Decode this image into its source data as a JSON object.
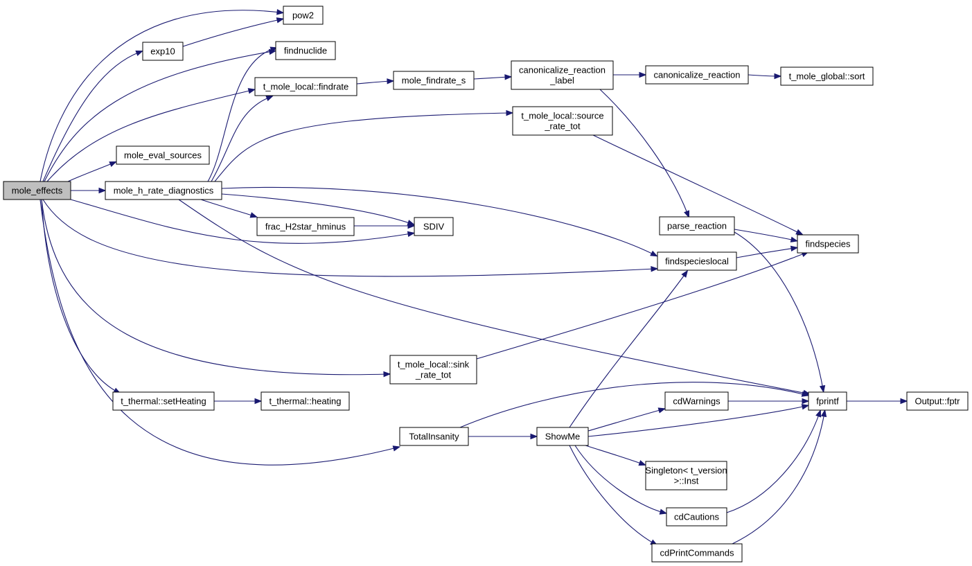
{
  "graph": {
    "nodes": [
      {
        "id": "mole_effects",
        "lines": [
          "mole_effects"
        ],
        "root": true
      },
      {
        "id": "pow2",
        "lines": [
          "pow2"
        ]
      },
      {
        "id": "exp10",
        "lines": [
          "exp10"
        ]
      },
      {
        "id": "findnuclide",
        "lines": [
          "findnuclide"
        ]
      },
      {
        "id": "findrate",
        "lines": [
          "t_mole_local::findrate"
        ]
      },
      {
        "id": "mole_findrate_s",
        "lines": [
          "mole_findrate_s"
        ]
      },
      {
        "id": "canon_label",
        "lines": [
          "canonicalize_reaction",
          "_label"
        ]
      },
      {
        "id": "canon",
        "lines": [
          "canonicalize_reaction"
        ]
      },
      {
        "id": "sort",
        "lines": [
          "t_mole_global::sort"
        ]
      },
      {
        "id": "source_rate",
        "lines": [
          "t_mole_local::source",
          "_rate_tot"
        ]
      },
      {
        "id": "eval_sources",
        "lines": [
          "mole_eval_sources"
        ]
      },
      {
        "id": "h_rate_diag",
        "lines": [
          "mole_h_rate_diagnostics"
        ]
      },
      {
        "id": "frac_h2",
        "lines": [
          "frac_H2star_hminus"
        ]
      },
      {
        "id": "sdiv",
        "lines": [
          "SDIV"
        ]
      },
      {
        "id": "parse_reaction",
        "lines": [
          "parse_reaction"
        ]
      },
      {
        "id": "findspecies",
        "lines": [
          "findspecies"
        ]
      },
      {
        "id": "findspecieslocal",
        "lines": [
          "findspecieslocal"
        ]
      },
      {
        "id": "sink_rate",
        "lines": [
          "t_mole_local::sink",
          "_rate_tot"
        ]
      },
      {
        "id": "setheating",
        "lines": [
          "t_thermal::setHeating"
        ]
      },
      {
        "id": "heating",
        "lines": [
          "t_thermal::heating"
        ]
      },
      {
        "id": "totalinsanity",
        "lines": [
          "TotalInsanity"
        ]
      },
      {
        "id": "showme",
        "lines": [
          "ShowMe"
        ]
      },
      {
        "id": "cdwarnings",
        "lines": [
          "cdWarnings"
        ]
      },
      {
        "id": "fprintf",
        "lines": [
          "fprintf"
        ]
      },
      {
        "id": "fptr",
        "lines": [
          "Output::fptr"
        ]
      },
      {
        "id": "singleton",
        "lines": [
          "Singleton< t_version",
          ">::Inst"
        ]
      },
      {
        "id": "cdcautions",
        "lines": [
          "cdCautions"
        ]
      },
      {
        "id": "cdprint",
        "lines": [
          "cdPrintCommands"
        ]
      }
    ],
    "edges": [
      {
        "from": "mole_effects",
        "to": "pow2"
      },
      {
        "from": "mole_effects",
        "to": "exp10"
      },
      {
        "from": "mole_effects",
        "to": "findnuclide"
      },
      {
        "from": "mole_effects",
        "to": "findrate"
      },
      {
        "from": "mole_effects",
        "to": "eval_sources"
      },
      {
        "from": "mole_effects",
        "to": "h_rate_diag"
      },
      {
        "from": "mole_effects",
        "to": "sdiv"
      },
      {
        "from": "mole_effects",
        "to": "findspecieslocal"
      },
      {
        "from": "mole_effects",
        "to": "sink_rate"
      },
      {
        "from": "mole_effects",
        "to": "setheating"
      },
      {
        "from": "mole_effects",
        "to": "totalinsanity"
      },
      {
        "from": "exp10",
        "to": "pow2"
      },
      {
        "from": "h_rate_diag",
        "to": "findnuclide"
      },
      {
        "from": "h_rate_diag",
        "to": "findrate"
      },
      {
        "from": "h_rate_diag",
        "to": "source_rate"
      },
      {
        "from": "h_rate_diag",
        "to": "frac_h2"
      },
      {
        "from": "h_rate_diag",
        "to": "sdiv"
      },
      {
        "from": "h_rate_diag",
        "to": "findspecieslocal"
      },
      {
        "from": "h_rate_diag",
        "to": "fprintf"
      },
      {
        "from": "findrate",
        "to": "mole_findrate_s"
      },
      {
        "from": "mole_findrate_s",
        "to": "canon_label"
      },
      {
        "from": "canon_label",
        "to": "canon"
      },
      {
        "from": "canon_label",
        "to": "parse_reaction"
      },
      {
        "from": "canon",
        "to": "sort"
      },
      {
        "from": "source_rate",
        "to": "findspecies"
      },
      {
        "from": "frac_h2",
        "to": "sdiv"
      },
      {
        "from": "parse_reaction",
        "to": "findspecies"
      },
      {
        "from": "parse_reaction",
        "to": "fprintf"
      },
      {
        "from": "findspecieslocal",
        "to": "findspecies"
      },
      {
        "from": "sink_rate",
        "to": "findspecies"
      },
      {
        "from": "setheating",
        "to": "heating"
      },
      {
        "from": "totalinsanity",
        "to": "showme"
      },
      {
        "from": "totalinsanity",
        "to": "fprintf"
      },
      {
        "from": "showme",
        "to": "findspecieslocal"
      },
      {
        "from": "showme",
        "to": "cdwarnings"
      },
      {
        "from": "showme",
        "to": "fprintf"
      },
      {
        "from": "showme",
        "to": "singleton"
      },
      {
        "from": "showme",
        "to": "cdcautions"
      },
      {
        "from": "showme",
        "to": "cdprint"
      },
      {
        "from": "cdwarnings",
        "to": "fprintf"
      },
      {
        "from": "cdcautions",
        "to": "fprintf"
      },
      {
        "from": "cdprint",
        "to": "fprintf"
      },
      {
        "from": "fprintf",
        "to": "fptr"
      }
    ]
  }
}
